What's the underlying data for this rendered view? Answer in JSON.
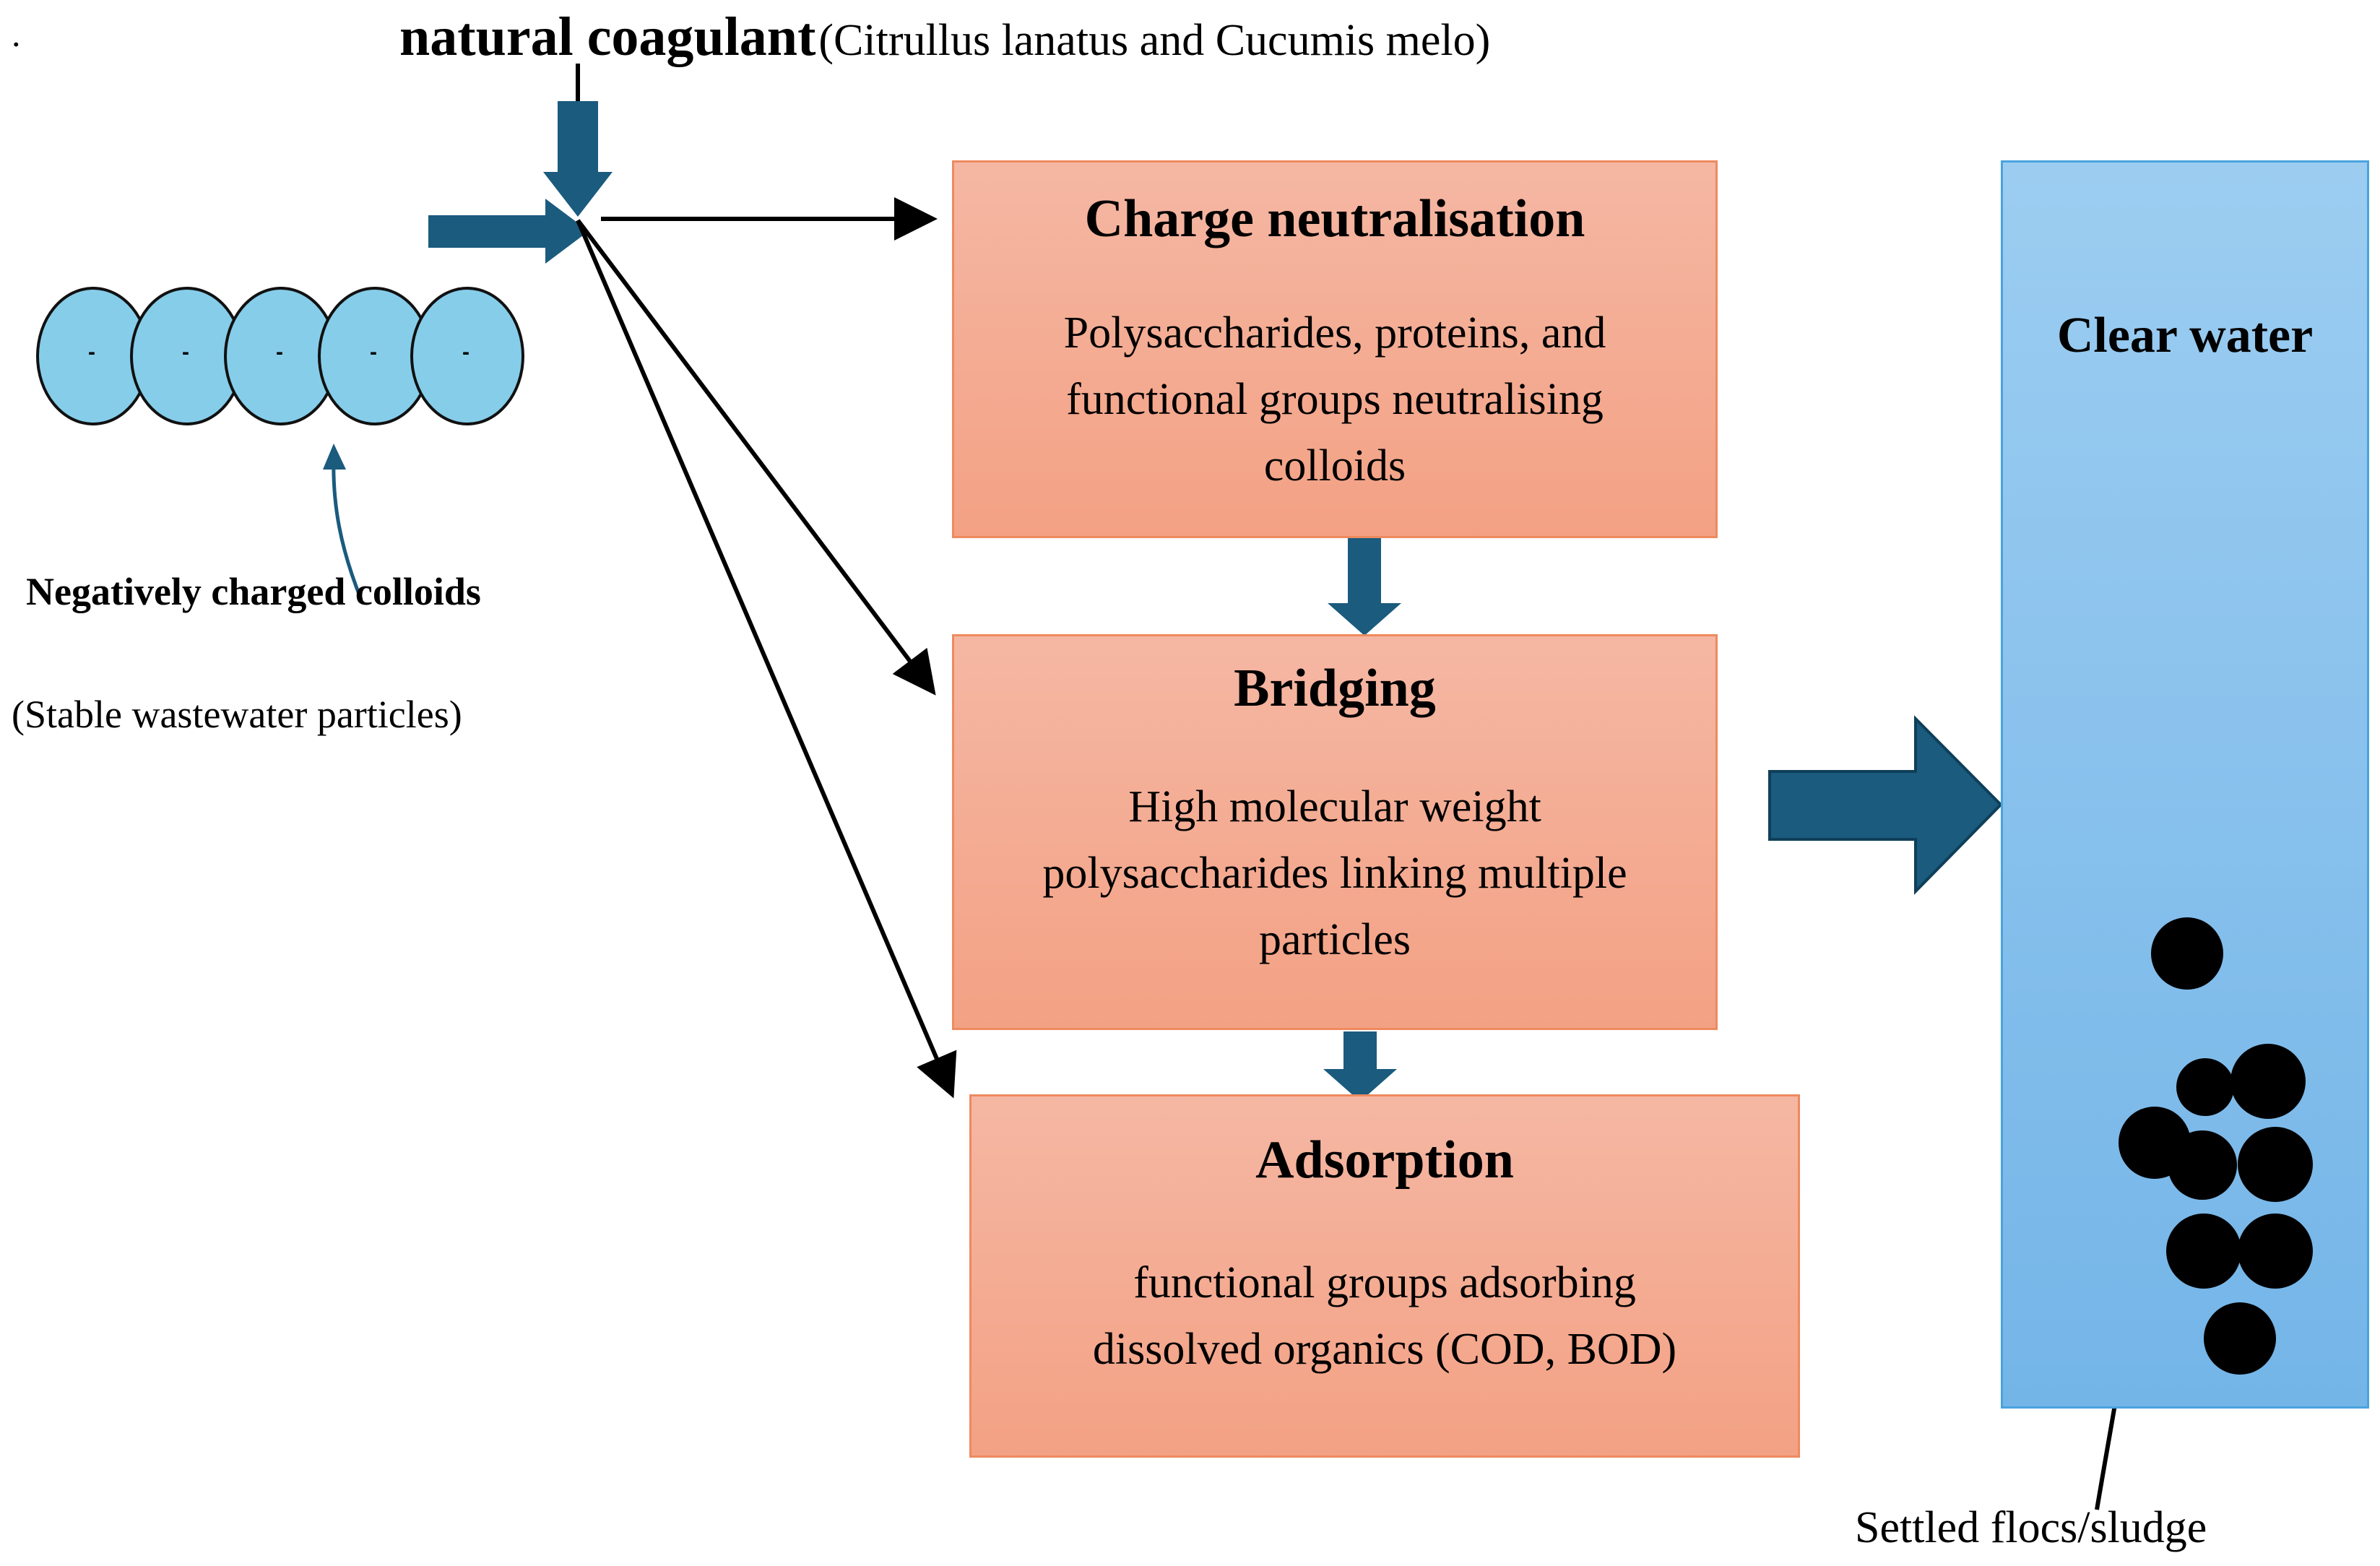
{
  "top_dot": ".",
  "header": {
    "main": "natural coagulant",
    "sub": "(Citrullus lanatus and Cucumis melo)"
  },
  "colloids": {
    "charge_symbol": "-",
    "label": "Negatively charged colloids",
    "sublabel": "(Stable wastewater particles)"
  },
  "steps": [
    {
      "title": "Charge neutralisation",
      "desc": [
        "Polysaccharides, proteins, and",
        "functional groups neutralising",
        "colloids"
      ]
    },
    {
      "title": "Bridging",
      "desc": [
        "High molecular weight",
        "polysaccharides linking multiple",
        "particles"
      ]
    },
    {
      "title": "Adsorption",
      "desc": [
        "functional groups adsorbing",
        "dissolved organics (COD, BOD)"
      ]
    }
  ],
  "tank": {
    "label": "Clear water",
    "sludge_label": "Settled flocs/sludge"
  },
  "colors": {
    "arrow_blue": "#1a5b7e",
    "box_fill_top": "#f5b7a3",
    "box_fill_bottom": "#f3a184",
    "box_border": "#ee8a5f",
    "tank_fill_top": "#9ccdf1",
    "tank_fill_bottom": "#74b5e8",
    "colloid_fill": "#86cdea"
  }
}
